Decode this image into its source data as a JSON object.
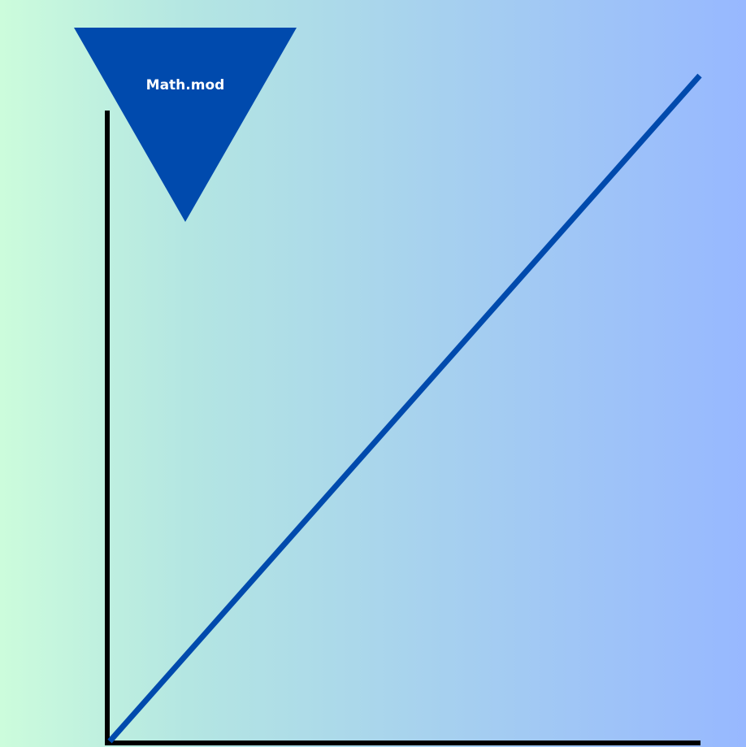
{
  "badge": {
    "text": "Math.mod",
    "shape": "inverted-triangle",
    "fill_color": "#004aad",
    "text_color": "#ffffff"
  },
  "colors": {
    "background_start": "#ccfcdc",
    "background_end": "#97b8ff",
    "line": "#004aad",
    "axis": "#000000"
  },
  "chart_data": {
    "type": "line",
    "title": "",
    "xlabel": "",
    "ylabel": "",
    "grid": false,
    "legend": "none",
    "xlim": [
      0,
      1
    ],
    "ylim": [
      0,
      1
    ],
    "series": [
      {
        "x": [
          0,
          1
        ],
        "y": [
          0,
          1
        ]
      }
    ]
  }
}
